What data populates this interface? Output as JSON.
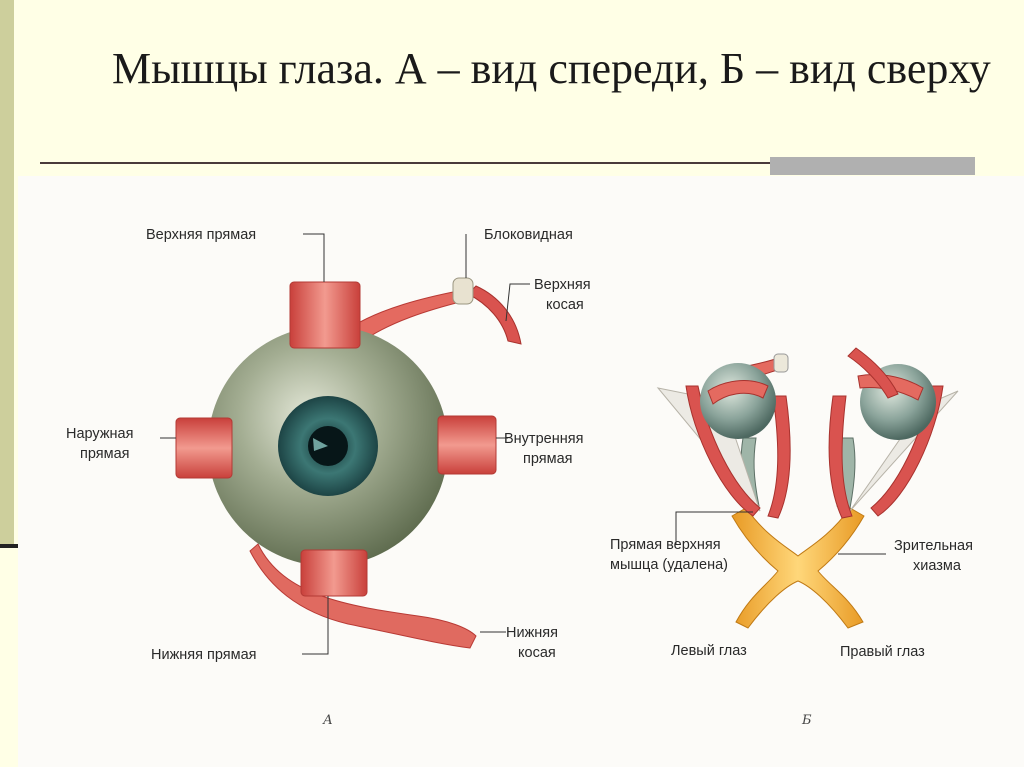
{
  "slide": {
    "title": "Мышцы глаза. А – вид спереди, Б – вид сверху"
  },
  "diagram_a": {
    "caption": "А",
    "labels": {
      "superior_rectus": "Верхняя прямая",
      "trochlea": "Блоковидная",
      "superior_oblique_1": "Верхняя",
      "superior_oblique_2": "косая",
      "lateral_rectus_1": "Наружная",
      "lateral_rectus_2": "прямая",
      "medial_rectus_1": "Внутренняя",
      "medial_rectus_2": "прямая",
      "inferior_rectus": "Нижняя прямая",
      "inferior_oblique_1": "Нижняя",
      "inferior_oblique_2": "косая"
    }
  },
  "diagram_b": {
    "caption": "Б",
    "labels": {
      "removed_muscle_1": "Прямая верхняя",
      "removed_muscle_2": "мышца (удалена)",
      "chiasm_1": "Зрительная",
      "chiasm_2": "хиазма",
      "left_eye": "Левый глаз",
      "right_eye": "Правый глаз"
    }
  },
  "colors": {
    "background": "#ffffe6",
    "muscle": "#d9534f",
    "eyeball": "#8e9a7c",
    "iris": "#2f5f5e",
    "optic_chiasm": "#f0b040"
  }
}
